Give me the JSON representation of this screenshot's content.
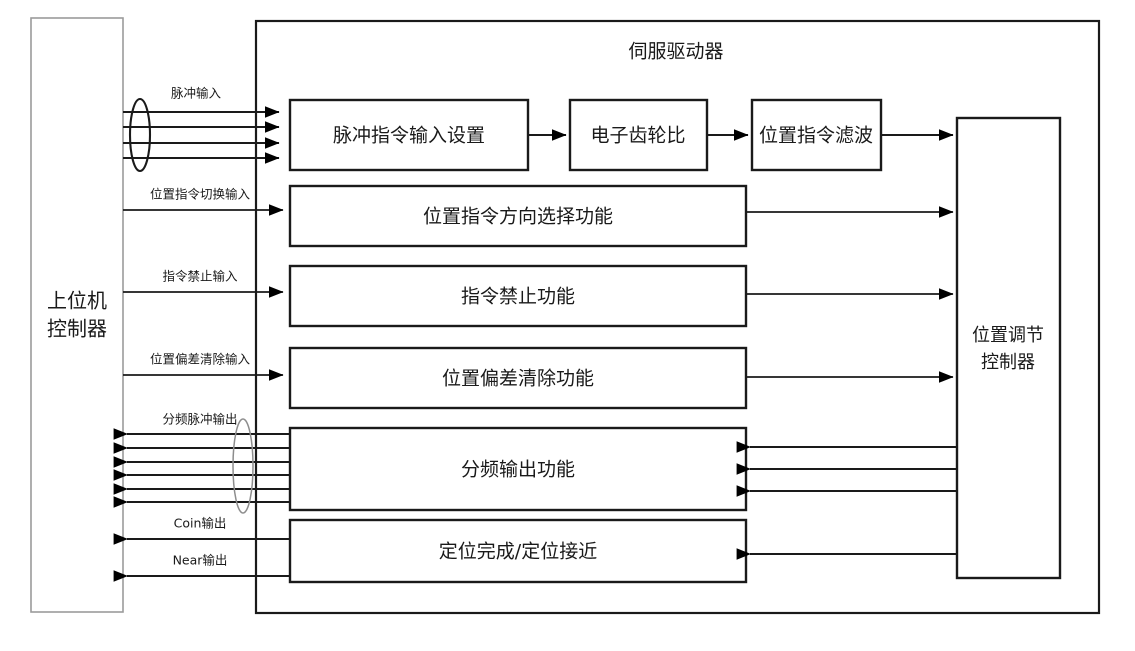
{
  "diagram": {
    "title": "伺服驱动器",
    "host_controller": {
      "line1": "上位机",
      "line2": "控制器"
    },
    "position_controller": {
      "line1": "位置调节",
      "line2": "控制器"
    },
    "pipeline_boxes": [
      {
        "id": "pulse-command-input-setting",
        "label": "脉冲指令输入设置"
      },
      {
        "id": "electronic-gear-ratio",
        "label": "电子齿轮比"
      },
      {
        "id": "position-command-filter",
        "label": "位置指令滤波"
      }
    ],
    "function_boxes": [
      {
        "id": "position-command-direction-select",
        "label": "位置指令方向选择功能"
      },
      {
        "id": "command-inhibit-function",
        "label": "指令禁止功能"
      },
      {
        "id": "position-deviation-clear-function",
        "label": "位置偏差清除功能"
      },
      {
        "id": "frequency-division-output-function",
        "label": "分频输出功能"
      },
      {
        "id": "positioning-complete-near",
        "label": "定位完成/定位接近"
      }
    ],
    "wire_labels": [
      {
        "id": "pulse-input",
        "text": "脉冲输入"
      },
      {
        "id": "position-command-switch-input",
        "text": "位置指令切换输入"
      },
      {
        "id": "command-inhibit-input",
        "text": "指令禁止输入"
      },
      {
        "id": "position-deviation-clear-input",
        "text": "位置偏差清除输入"
      },
      {
        "id": "divided-pulse-output",
        "text": "分频脉冲输出"
      },
      {
        "id": "coin-output",
        "text": "Coin输出"
      },
      {
        "id": "near-output",
        "text": "Near输出"
      }
    ],
    "colors": {
      "stroke": "#1a1a1a",
      "light_stroke": "#9b9b9b",
      "background": "#ffffff"
    }
  }
}
